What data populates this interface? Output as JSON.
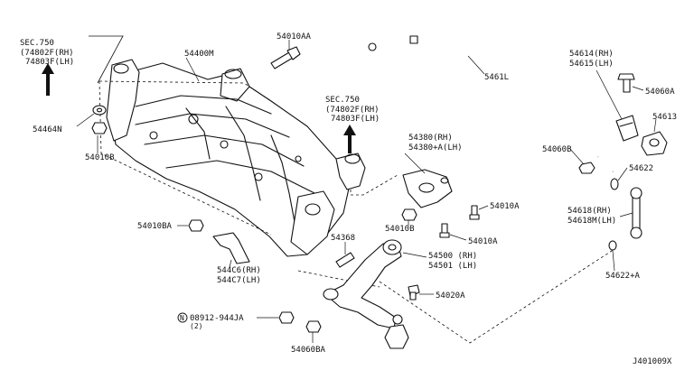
{
  "labels": {
    "sec_left_1": "SEC.750",
    "sec_left_2": "(74802F(RH)",
    "sec_left_3": "74803F(LH)",
    "sec_mid_1": "SEC.750",
    "sec_mid_2": "(74802F(RH)",
    "sec_mid_3": "74803F(LH)",
    "p54400m": "54400M",
    "p54010aa": "54010AA",
    "p54464n": "54464N",
    "p54010b_left": "54010B",
    "p54010ba": "54010BA",
    "p544c6": "544C6(RH)",
    "p544c7": "544C7(LH)",
    "p54368": "54368",
    "p54380": "54380(RH)",
    "p54380a": "54380+A(LH)",
    "p54010a_upper": "54010A",
    "p54010b_mid": "54010B",
    "p54010a_lower": "54010A",
    "p54500": "54500 (RH)",
    "p54501": "54501 (LH)",
    "p54020a": "54020A",
    "p08912": "08912-944JA",
    "p08912_qty": "(2)",
    "bolt_badge": "N",
    "p54060ba": "54060BA",
    "p5461l": "5461L",
    "p54614": "54614(RH)",
    "p54615": "54615(LH)",
    "p54060a": "54060A",
    "p54613": "54613",
    "p54060b": "54060B",
    "p54622": "54622",
    "p54618": "54618(RH)",
    "p54618m": "54618M(LH)",
    "p54622a": "54622+A",
    "drawing_id": "J401009X"
  }
}
